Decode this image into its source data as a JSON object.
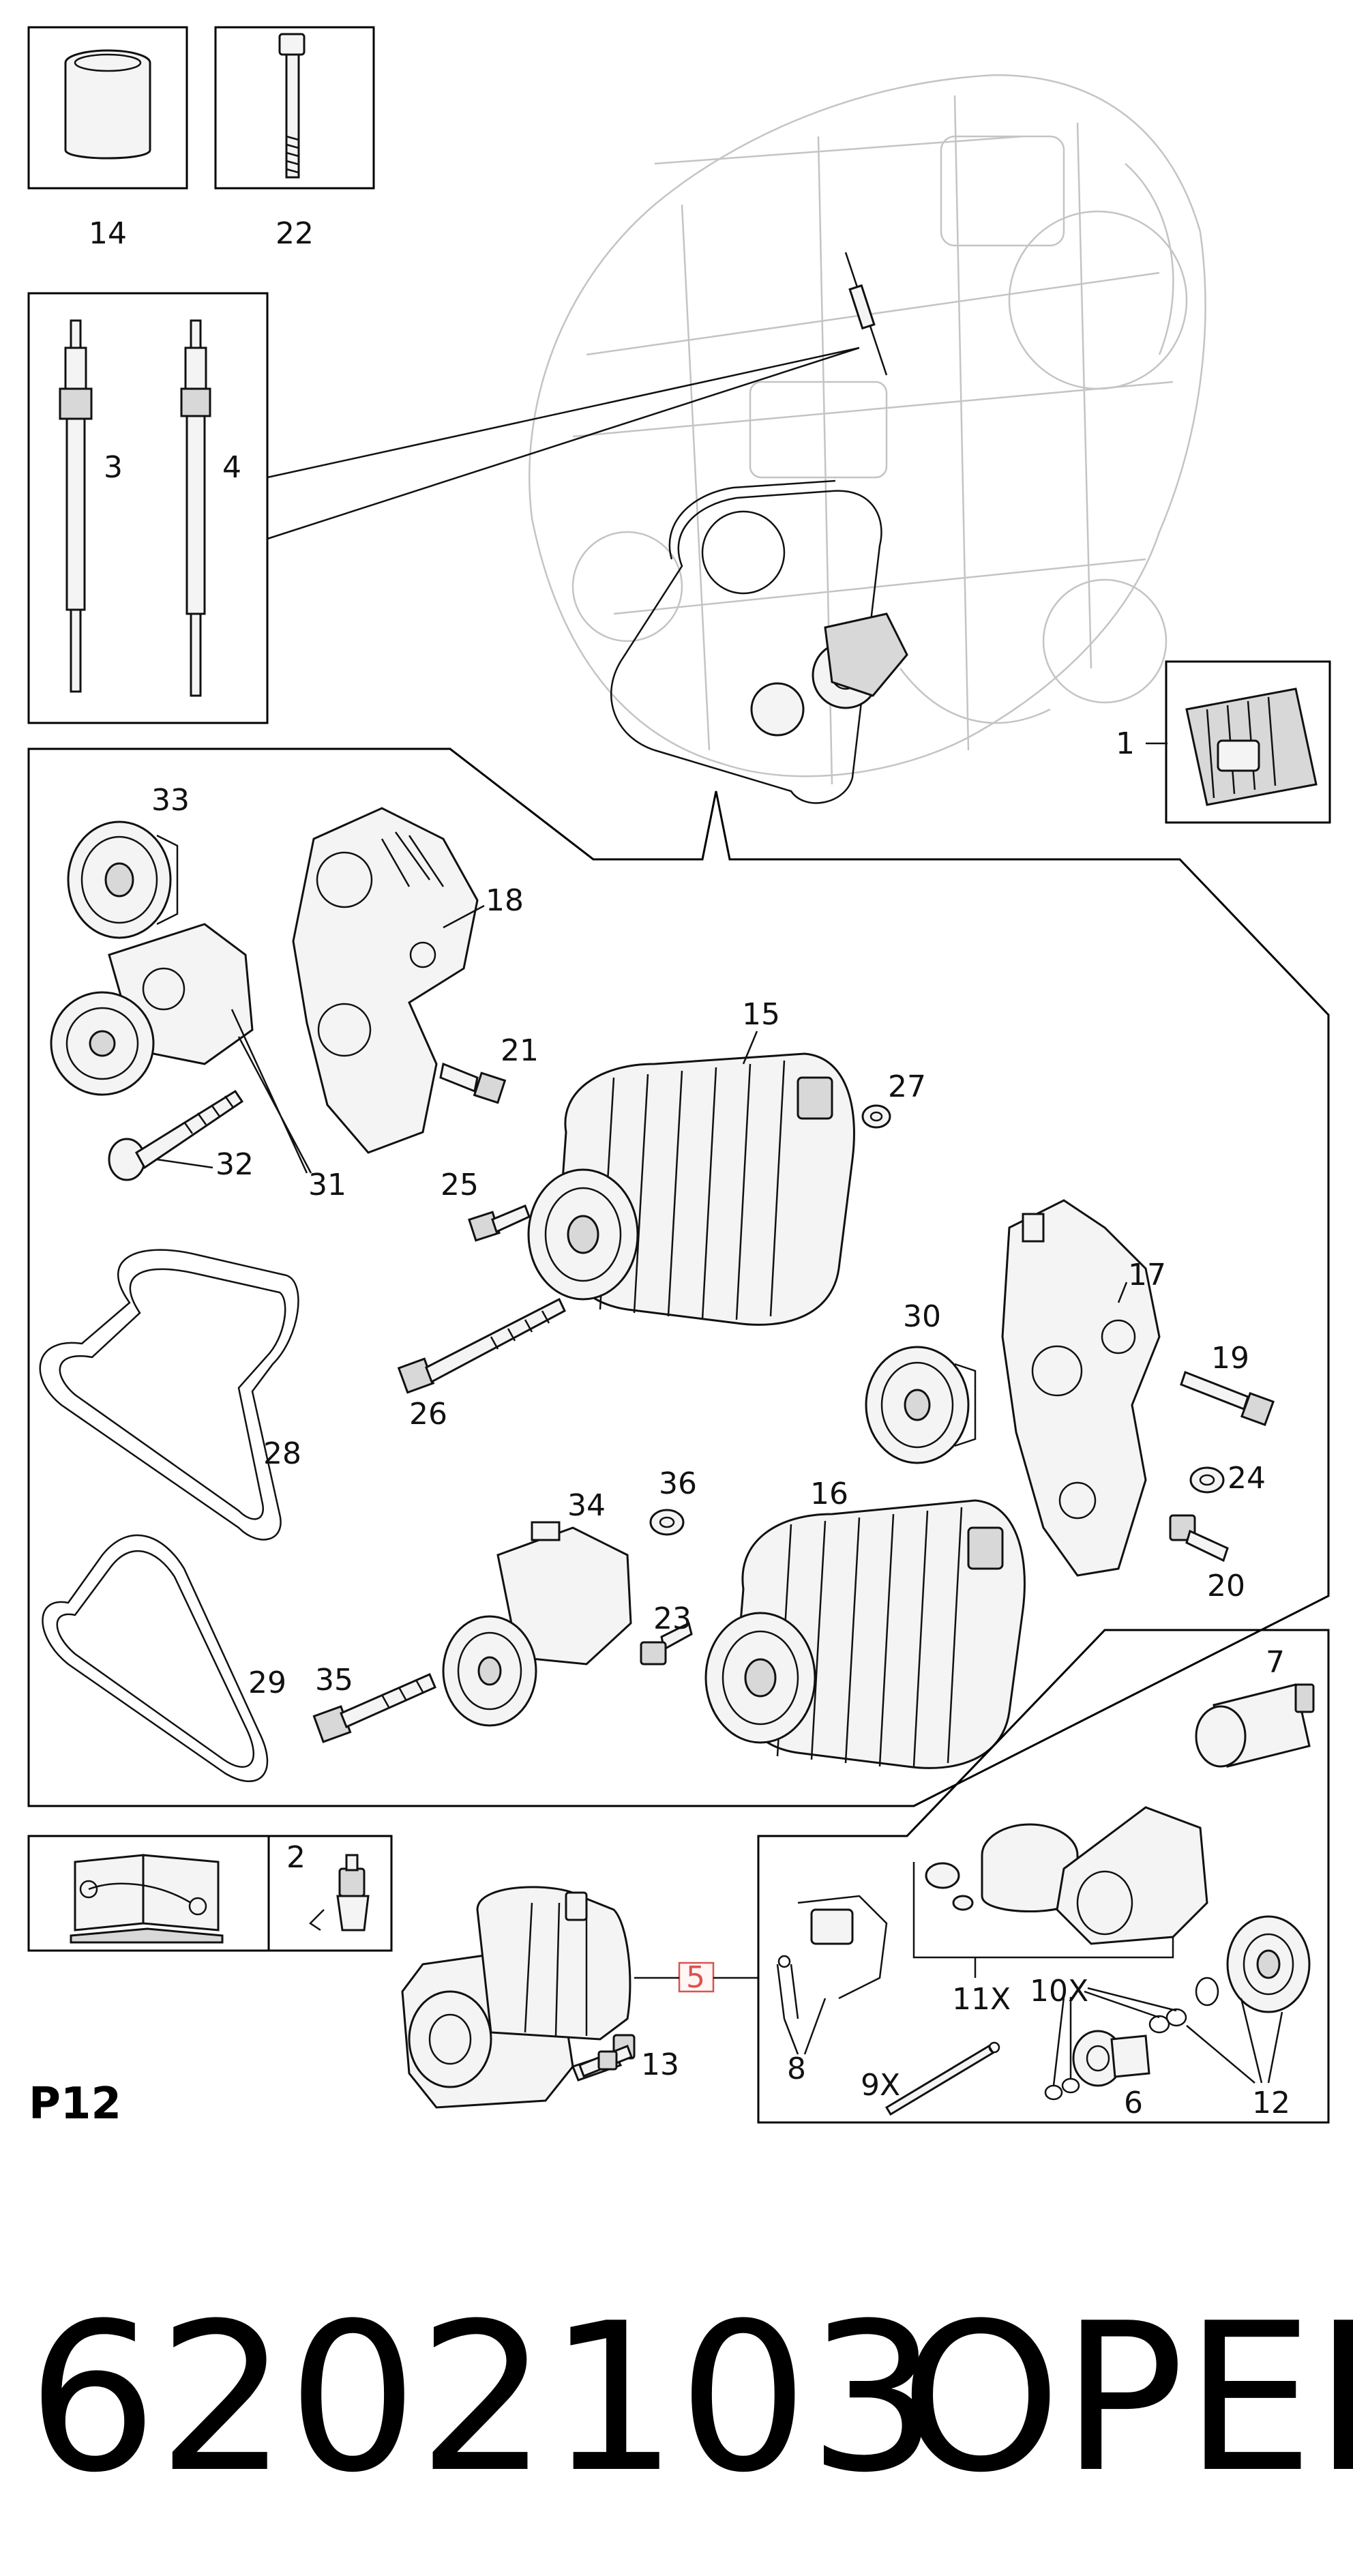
{
  "page_code": "P12",
  "part_number": "6202103",
  "brand": "OPEL",
  "highlighted_callout": "5",
  "highlight_color": "#d9534f",
  "callouts": {
    "c1": "1",
    "c2": "2",
    "c3": "3",
    "c4": "4",
    "c5": "5",
    "c6": "6",
    "c7": "7",
    "c8": "8",
    "c9": "9X",
    "c10": "10X",
    "c11": "11X",
    "c12": "12",
    "c13": "13",
    "c14": "14",
    "c15": "15",
    "c16": "16",
    "c17": "17",
    "c18": "18",
    "c19": "19",
    "c20": "20",
    "c21": "21",
    "c22": "22",
    "c23": "23",
    "c24": "24",
    "c25": "25",
    "c26": "26",
    "c27": "27",
    "c28": "28",
    "c29": "29",
    "c30": "30",
    "c31": "31",
    "c32": "32",
    "c33": "33",
    "c34": "34",
    "c35": "35",
    "c36": "36"
  },
  "icons": {
    "manual": "repair-manual-icon",
    "grease": "grease-tube-icon"
  }
}
